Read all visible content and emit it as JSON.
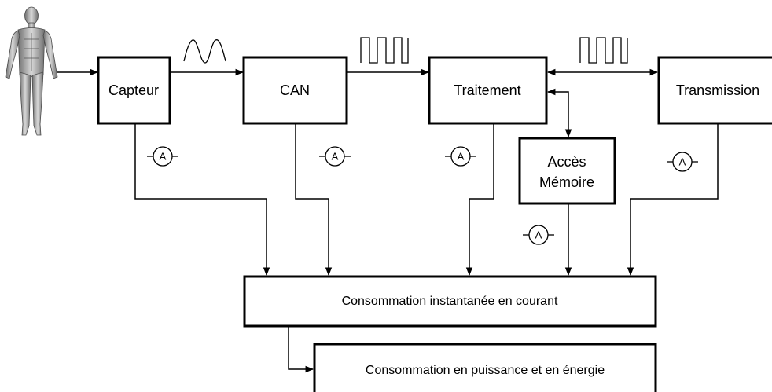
{
  "blocks": {
    "sensor": "Capteur",
    "adc": "CAN",
    "processing": "Traitement",
    "memory_line1": "Accès",
    "memory_line2": "Mémoire",
    "transmission": "Transmission",
    "current_consumption": "Consommation instantanée en courant",
    "power_energy": "Consommation en puissance et en énergie"
  },
  "ammeter_symbol": "A",
  "icons": {
    "body": "human-body-icon",
    "analog": "sine-wave-icon",
    "digital": "square-wave-icon",
    "meter": "ammeter-icon"
  }
}
